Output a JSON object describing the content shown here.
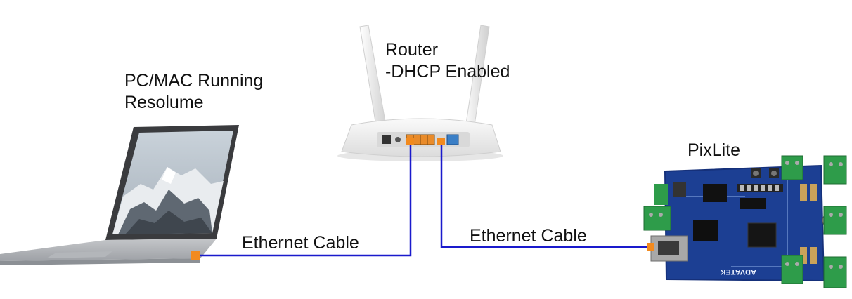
{
  "labels": {
    "pc_line1": "PC/MAC Running",
    "pc_line2": "Resolume",
    "router_line1": "Router",
    "router_line2": "-DHCP Enabled",
    "pixlite": "PixLite",
    "cable_left": "Ethernet Cable",
    "cable_right": "Ethernet Cable"
  },
  "board_silkscreen": {
    "brand": "ADVATEK"
  },
  "colors": {
    "cable": "#1a1acc",
    "port_marker": "#f28a1e",
    "board": "#1c3f93",
    "terminal": "#2e9c4a",
    "router_body": "#f2f2f2"
  }
}
